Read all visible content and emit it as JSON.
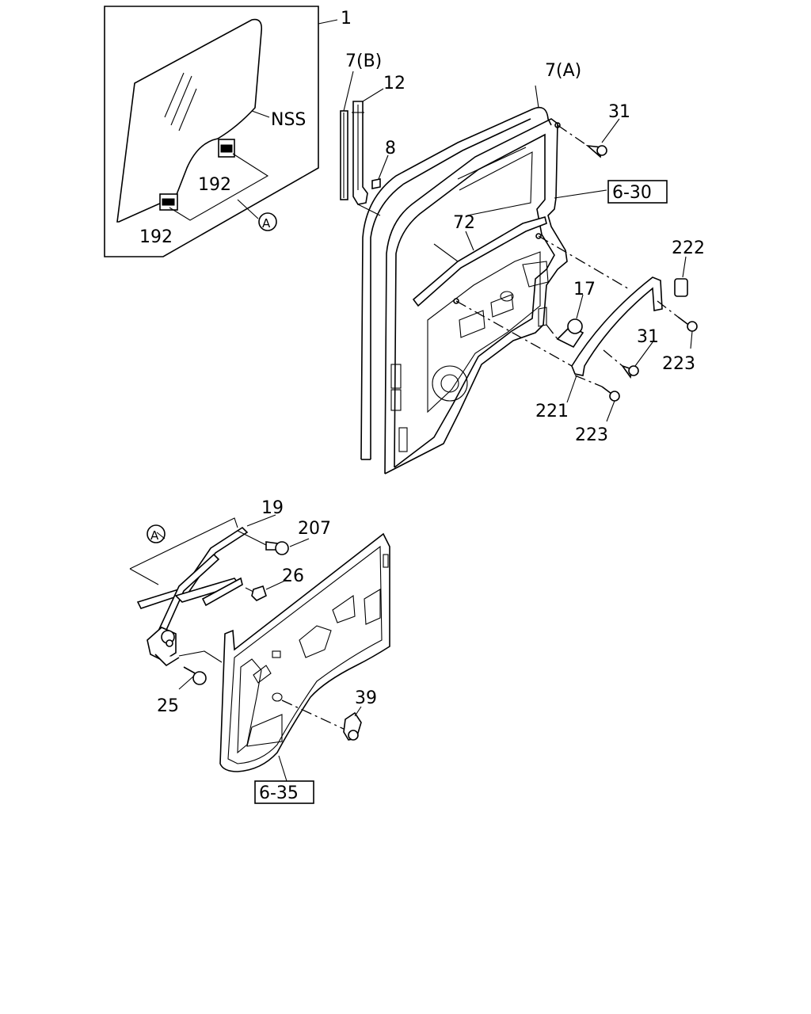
{
  "labels": {
    "p1": "1",
    "nss": "NSS",
    "p192a": "192",
    "p192b": "192",
    "refA_top": "A",
    "p7b": "7(B)",
    "p12": "12",
    "p8": "8",
    "p7a": "7(A)",
    "p31a": "31",
    "ref630": "6-30",
    "p72": "72",
    "p222": "222",
    "p17": "17",
    "p31b": "31",
    "p223a": "223",
    "p221": "221",
    "p223b": "223",
    "p19": "19",
    "refA_bottom": "A",
    "p207": "207",
    "p26": "26",
    "p25": "25",
    "p39": "39",
    "ref635": "6-35"
  }
}
